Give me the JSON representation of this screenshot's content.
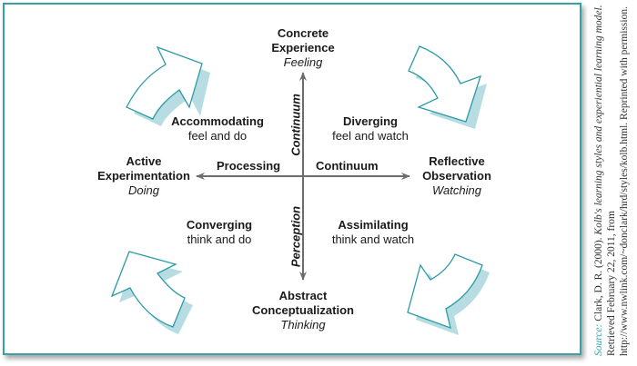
{
  "colors": {
    "frame": "#3aa0a8",
    "arrow_stroke": "#2a9aa6",
    "arrow_shadow": "#b7dde2",
    "axis": "#6d6d6d"
  },
  "poles": {
    "top": {
      "title_line1": "Concrete",
      "title_line2": "Experience",
      "subtitle": "Feeling"
    },
    "bottom": {
      "title_line1": "Abstract",
      "title_line2": "Conceptualization",
      "subtitle": "Thinking"
    },
    "left": {
      "title_line1": "Active",
      "title_line2": "Experimentation",
      "subtitle": "Doing"
    },
    "right": {
      "title_line1": "Reflective",
      "title_line2": "Observation",
      "subtitle": "Watching"
    }
  },
  "axis_labels": {
    "processing": "Processing",
    "continuum_h": "Continuum",
    "continuum_v": "Continuum",
    "perception": "Perception"
  },
  "quadrants": {
    "accommodating": {
      "title": "Accommodating",
      "desc": "feel and do"
    },
    "diverging": {
      "title": "Diverging",
      "desc": "feel and watch"
    },
    "converging": {
      "title": "Converging",
      "desc": "think and do"
    },
    "assimilating": {
      "title": "Assimilating",
      "desc": "think and watch"
    }
  },
  "source": {
    "label": "Source:",
    "text1": " Clark, D. R. (2000). ",
    "title": "Kolb's learning styles and experiential learning model.",
    "text2": " Retrieved February 22, 2011, from http://www.nwlink.com/~donclark/hrd/styles/kolb.html. Reprinted with permission."
  }
}
